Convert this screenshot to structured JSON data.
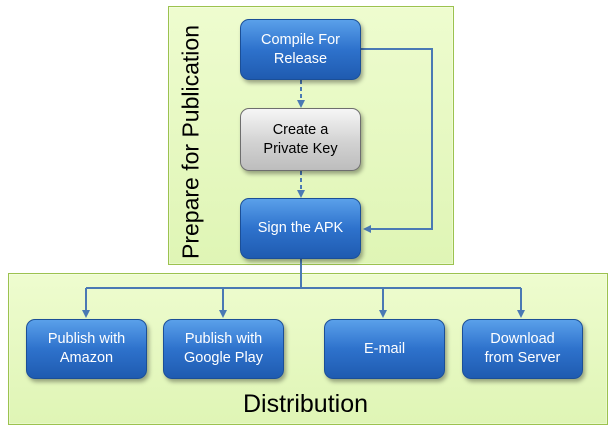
{
  "labels": {
    "prepare": "Prepare for Publication",
    "distribution": "Distribution"
  },
  "nodes": {
    "compile": "Compile For\nRelease",
    "private_key": "Create a\nPrivate Key",
    "sign": "Sign the APK",
    "amazon": "Publish with\nAmazon",
    "google_play": "Publish with\nGoogle Play",
    "email": "E-mail",
    "download": "Download\nfrom Server"
  },
  "colors": {
    "panel": "#e6f8c2",
    "box_blue": "#2e72cc",
    "box_gray": "#d2d2d2",
    "arrow": "#4a79b4"
  }
}
